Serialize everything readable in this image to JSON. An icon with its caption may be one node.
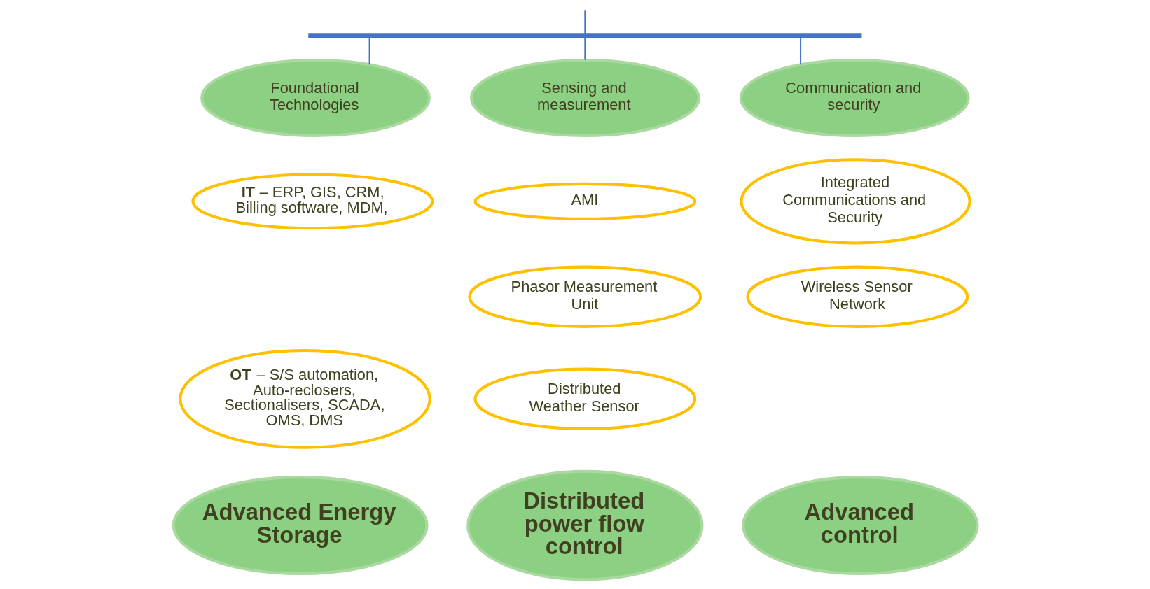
{
  "diagram": {
    "nodes": [
      {
        "text": [],
        "shape": "bar"
      },
      {
        "text": [
          "Foundational Technologies"
        ]
      },
      {
        "text": [
          "Sensing and measurement"
        ]
      },
      {
        "text": [
          "Communication and security"
        ]
      },
      {
        "text": [
          "**IT** – ERP, GIS, CRM, Billing software, MDM,"
        ]
      },
      {
        "text": [
          "**OT** – S/S automation, Auto-reclosers, Sectionalisers, SCADA, OMS, DMS"
        ]
      },
      {
        "text": [
          "AMI"
        ]
      },
      {
        "text": [
          "Phasor Measurement Unit"
        ]
      },
      {
        "text": [
          "Distributed Weather Sensor"
        ]
      },
      {
        "text": [
          "Integrated Communications and Security"
        ]
      },
      {
        "text": [
          "Wireless Sensor Network"
        ]
      },
      {
        "text": [
          "Advanced Energy Storage"
        ]
      },
      {
        "text": [
          "Distributed power flow control"
        ]
      },
      {
        "text": [
          "Advanced control"
        ]
      }
    ],
    "edges": [
      {
        "from": null,
        "to": 0,
        "arrow": "none"
      },
      {
        "from": 0,
        "to": 1,
        "arrow": "none"
      },
      {
        "from": 0,
        "to": 2,
        "arrow": "none"
      },
      {
        "from": 0,
        "to": 3,
        "arrow": "none"
      }
    ]
  }
}
